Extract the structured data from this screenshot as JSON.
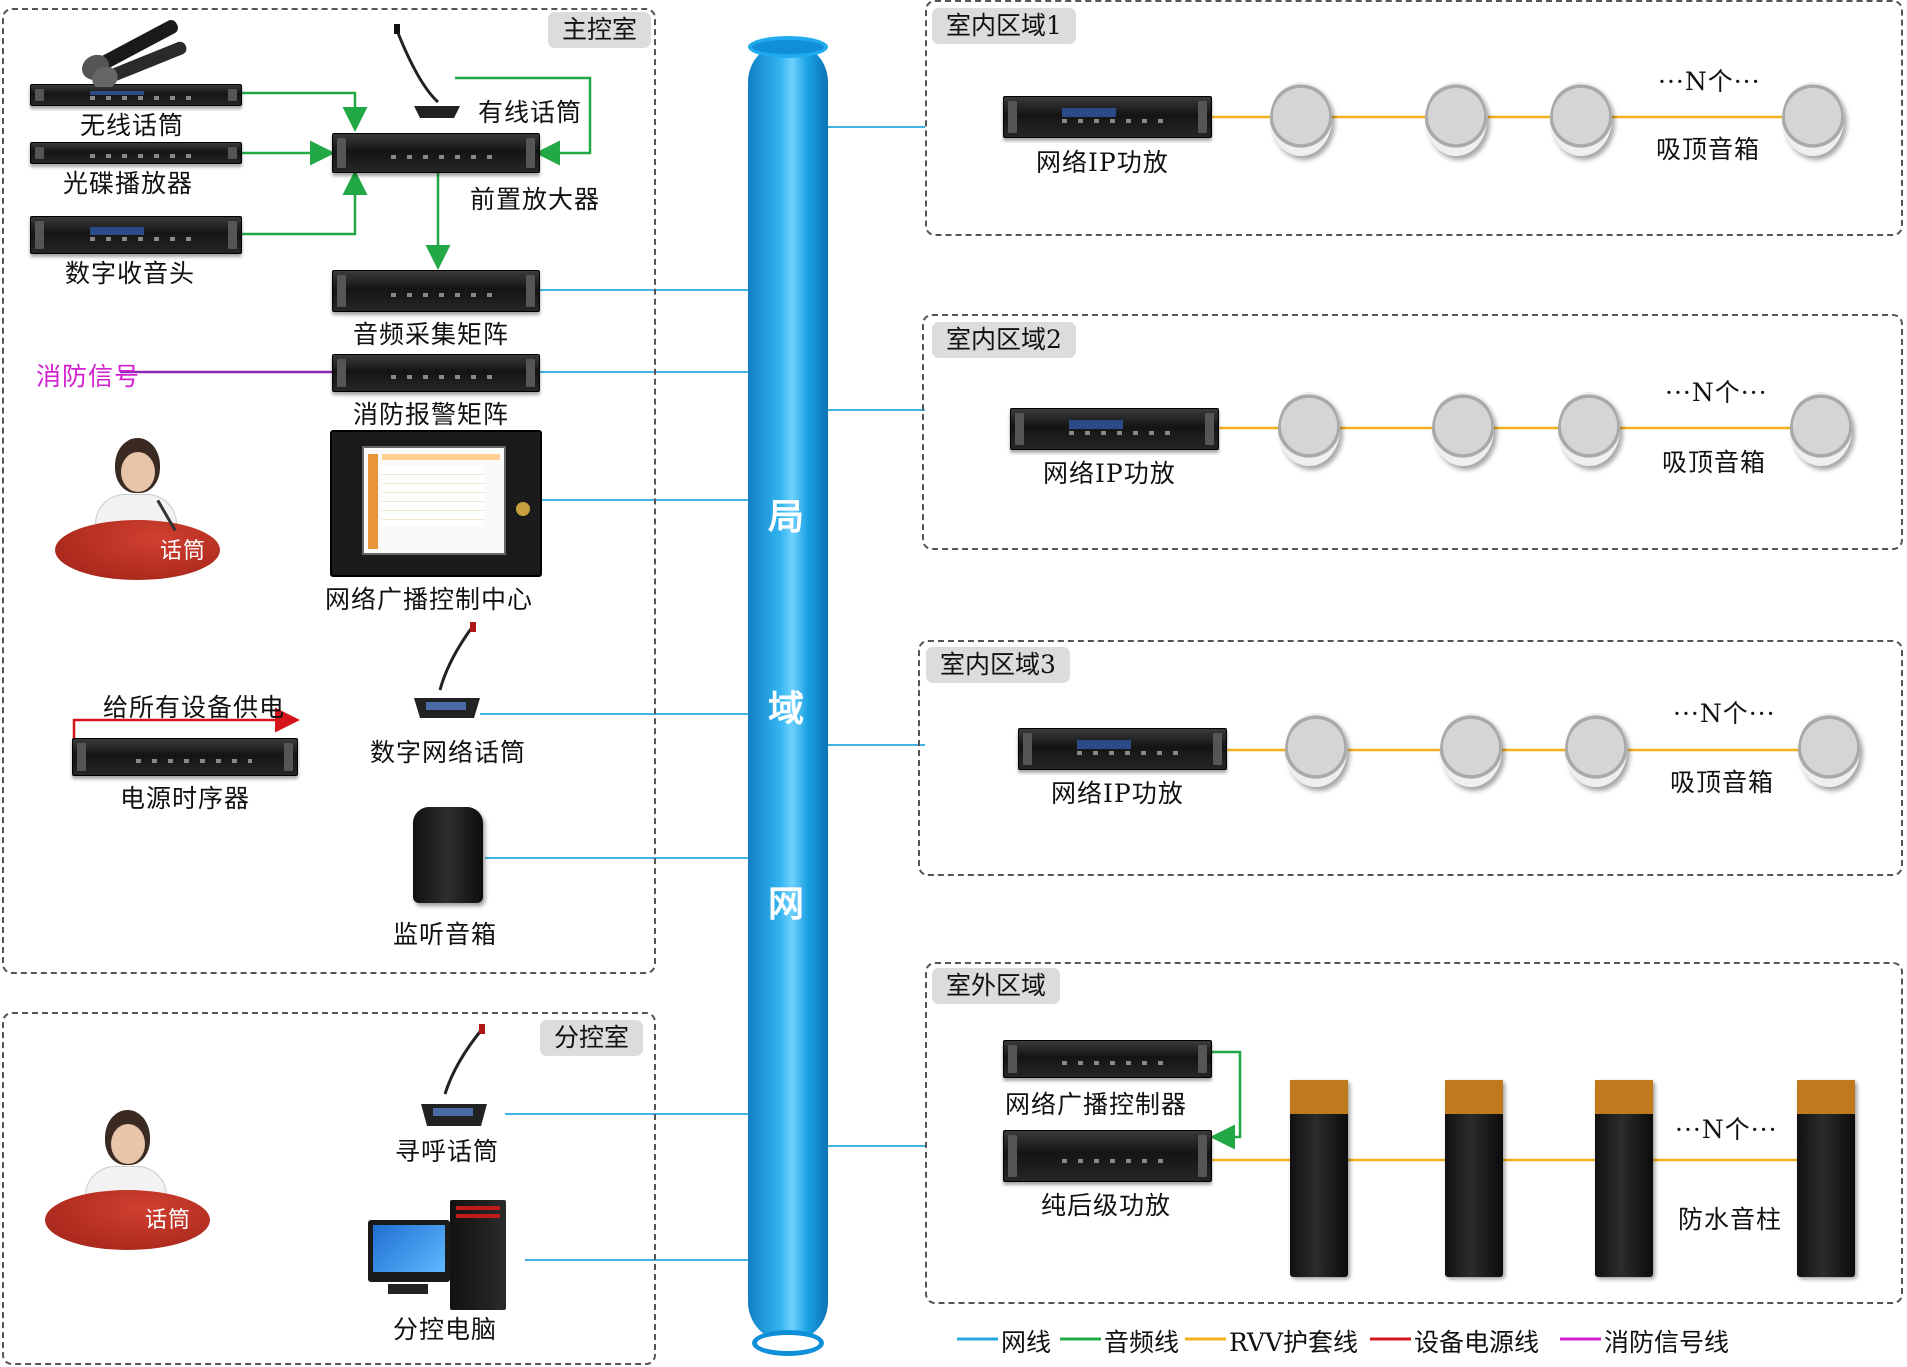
{
  "main_room": {
    "title": "主控室",
    "wireless_mic": "无线话筒",
    "cd_player": "光碟播放器",
    "tuner": "数字收音头",
    "wired_mic": "有线话筒",
    "preamp": "前置放大器",
    "audio_matrix": "音频采集矩阵",
    "fire_signal": "消防信号",
    "fire_matrix": "消防报警矩阵",
    "control_center": "网络广播控制中心",
    "operator_mic": "话筒",
    "power_note": "给所有设备供电",
    "power_sequencer": "电源时序器",
    "net_mic": "数字网络话筒",
    "monitor_speaker": "监听音箱"
  },
  "sub_room": {
    "title": "分控室",
    "paging_mic": "寻呼话筒",
    "operator_mic": "话筒",
    "computer": "分控电脑"
  },
  "lan": {
    "chars": [
      "局",
      "域",
      "网"
    ]
  },
  "zones": [
    {
      "title": "室内区域1",
      "amp": "网络IP功放",
      "count": "···N个···",
      "speaker": "吸顶音箱"
    },
    {
      "title": "室内区域2",
      "amp": "网络IP功放",
      "count": "···N个···",
      "speaker": "吸顶音箱"
    },
    {
      "title": "室内区域3",
      "amp": "网络IP功放",
      "count": "···N个···",
      "speaker": "吸顶音箱"
    }
  ],
  "outdoor": {
    "title": "室外区域",
    "controller": "网络广播控制器",
    "power_amp": "纯后级功放",
    "count": "···N个···",
    "speaker": "防水音柱"
  },
  "legend": [
    {
      "label": "网线",
      "color": "#29a8e0"
    },
    {
      "label": "音频线",
      "color": "#22a845"
    },
    {
      "label": "RVV护套线",
      "color": "#f2b01e"
    },
    {
      "label": "设备电源线",
      "color": "#d4161c"
    },
    {
      "label": "消防信号线",
      "color": "#d21fd0"
    }
  ],
  "colors": {
    "network": "#29a8e0",
    "audio": "#22a845",
    "rvv": "#f2b01e",
    "power": "#d4161c",
    "fire": "#d21fd0",
    "lan_tube": "#1aa0e6"
  }
}
